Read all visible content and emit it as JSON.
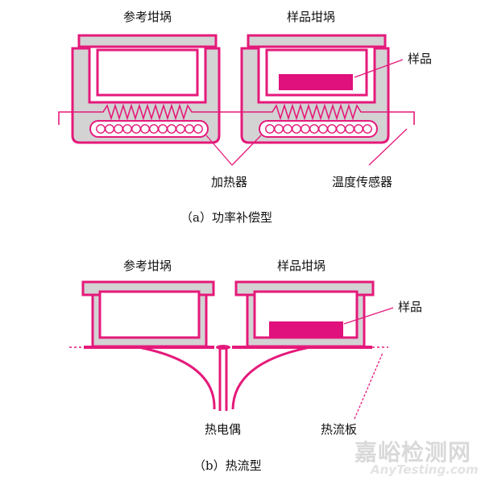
{
  "colors": {
    "magenta": "#e5197a",
    "gray": "#d3d3d4",
    "white": "#ffffff",
    "text": "#111111"
  },
  "diagram_a": {
    "left_crucible_label": "参考坩埚",
    "right_crucible_label": "样品坩埚",
    "sample_label": "样品",
    "heater_label": "加热器",
    "temp_sensor_label": "温度传感器",
    "caption": "（a）功率补偿型"
  },
  "diagram_b": {
    "left_crucible_label": "参考坩埚",
    "right_crucible_label": "样品坩埚",
    "sample_label": "样品",
    "thermocouple_label": "热电偶",
    "heat_flux_plate_label": "热流板",
    "caption": "（b）热流型"
  },
  "watermark": {
    "text_cn": "嘉峪检测网",
    "text_en": "AnyTesting.com"
  }
}
